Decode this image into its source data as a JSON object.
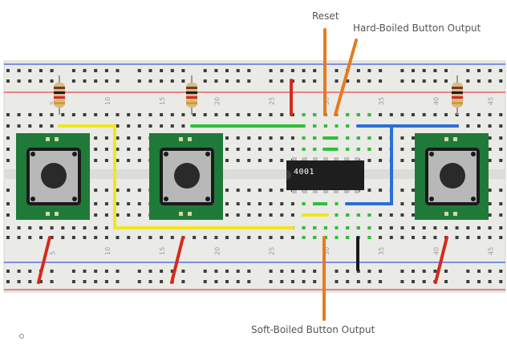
{
  "annotations": {
    "reset": "Reset",
    "hard_output": "Hard-Boiled Button Output",
    "soft_output": "Soft-Boiled Button Output"
  },
  "chip": {
    "label": "4001"
  },
  "column_numbers": {
    "top": [
      "5",
      "10",
      "15",
      "20",
      "25",
      "30",
      "35",
      "40",
      "45"
    ],
    "bottom": [
      "5",
      "10",
      "15",
      "20",
      "25",
      "30",
      "35",
      "40",
      "45"
    ]
  },
  "components": {
    "pushbuttons": 3,
    "resistors": 3
  },
  "colors": {
    "wire_yellow": "#f2e61e",
    "wire_green": "#2fbf3a",
    "wire_blue": "#2a6fd6",
    "wire_orange": "#e8791e",
    "wire_red": "#d62a1e",
    "wire_black": "#1a1a1a",
    "pcb_green": "#1f7a3a",
    "rail_red": "#e14b4b",
    "rail_blue": "#3b5bd6"
  }
}
